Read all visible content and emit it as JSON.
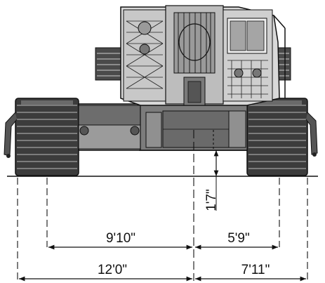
{
  "drawing": {
    "type": "technical-elevation",
    "subject": "tracked-crane-front-view",
    "line_color": "#1a1a1a",
    "fill_dark": "#3a3a3a",
    "fill_mid": "#8a8a8a",
    "fill_light": "#d6d6d6"
  },
  "dimensions": {
    "gauge_left": "9'10\"",
    "gauge_right": "5'9\"",
    "overall_left": "12'0\"",
    "overall_right": "7'11\"",
    "ground_clearance": "1'7\""
  }
}
